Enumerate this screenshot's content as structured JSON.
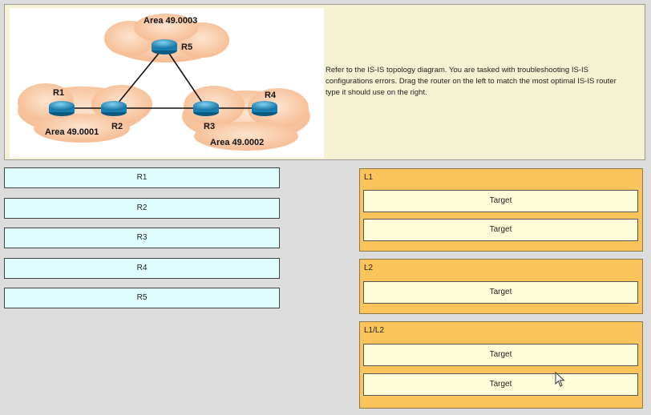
{
  "diagram": {
    "areas": [
      "Area 49.0003",
      "Area 49.0001",
      "Area 49.0002"
    ],
    "routers": [
      "R1",
      "R2",
      "R3",
      "R4",
      "R5"
    ]
  },
  "instructions": "Refer to the IS-IS topology diagram. You are tasked with troubleshooting IS-IS configurations errors. Drag the router on the left to match the most optimal IS-IS router type it should use on the right.",
  "drag_items": [
    "R1",
    "R2",
    "R3",
    "R4",
    "R5"
  ],
  "groups": [
    {
      "label": "L1",
      "targets": [
        "Target",
        "Target"
      ]
    },
    {
      "label": "L2",
      "targets": [
        "Target"
      ]
    },
    {
      "label": "L1/L2",
      "targets": [
        "Target",
        "Target"
      ]
    }
  ],
  "colors": {
    "cloud": "#f8c9a5",
    "router": "#1a8fc4",
    "group_bg": "#fbc45b",
    "target_bg": "#fffdd9",
    "item_bg": "#dffdfd"
  }
}
